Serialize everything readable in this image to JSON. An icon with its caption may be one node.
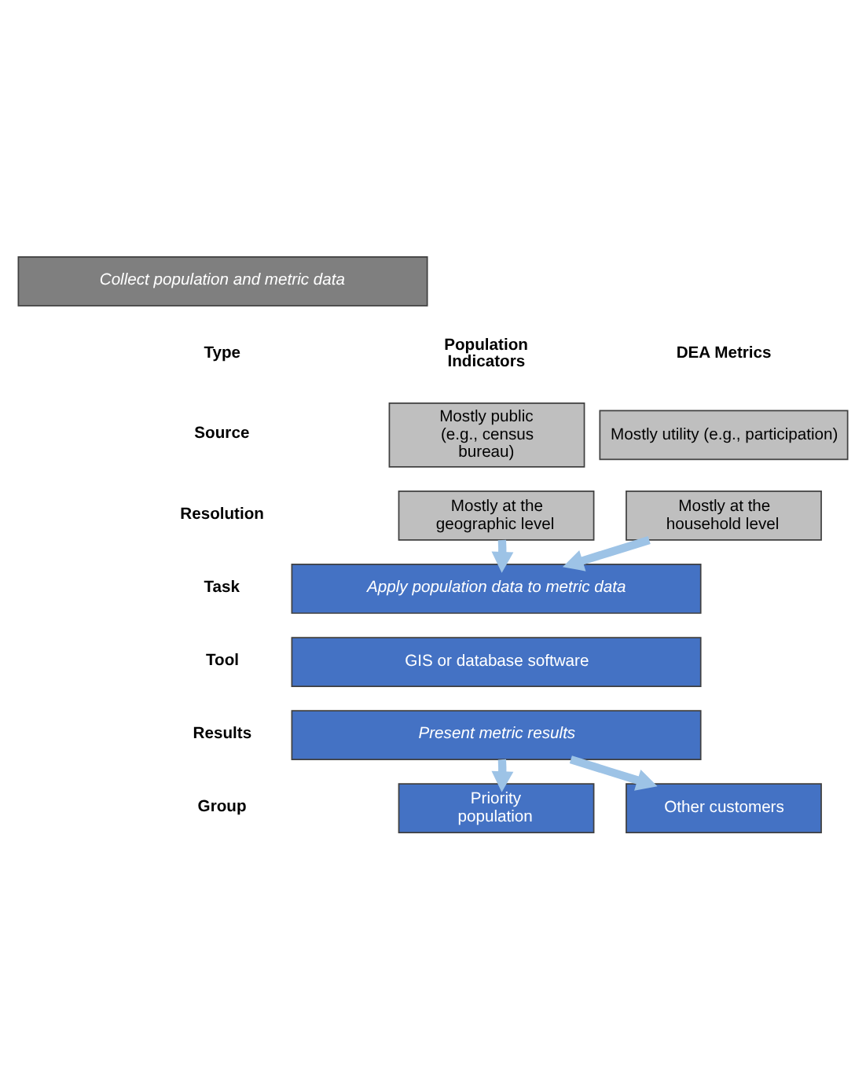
{
  "diagram": {
    "nodes": [
      {
        "text": [
          "Collect population and metric data"
        ]
      },
      {
        "text": [
          "Mostly public (e.g., census bureau)"
        ]
      },
      {
        "text": [
          "Mostly utility (e.g., participation)"
        ]
      },
      {
        "text": [
          "Mostly at the geographic level"
        ]
      },
      {
        "text": [
          "Mostly at the household level"
        ]
      },
      {
        "text": [
          "Apply population data to metric data"
        ]
      },
      {
        "text": [
          "GIS or database software"
        ]
      },
      {
        "text": [
          "Present metric results"
        ]
      },
      {
        "text": [
          "Priority population"
        ]
      },
      {
        "text": [
          "Other customers"
        ]
      }
    ],
    "edges": [
      {
        "from": 3,
        "to": 5,
        "arrow": "to"
      },
      {
        "from": 4,
        "to": 5,
        "arrow": "to"
      },
      {
        "from": 7,
        "to": 8,
        "arrow": "to"
      },
      {
        "from": 7,
        "to": 9,
        "arrow": "to"
      }
    ],
    "labels": [
      "Type",
      "Population Indicators",
      "DEA Metrics",
      "Source",
      "Resolution",
      "Task",
      "Tool",
      "Results",
      "Group"
    ]
  }
}
